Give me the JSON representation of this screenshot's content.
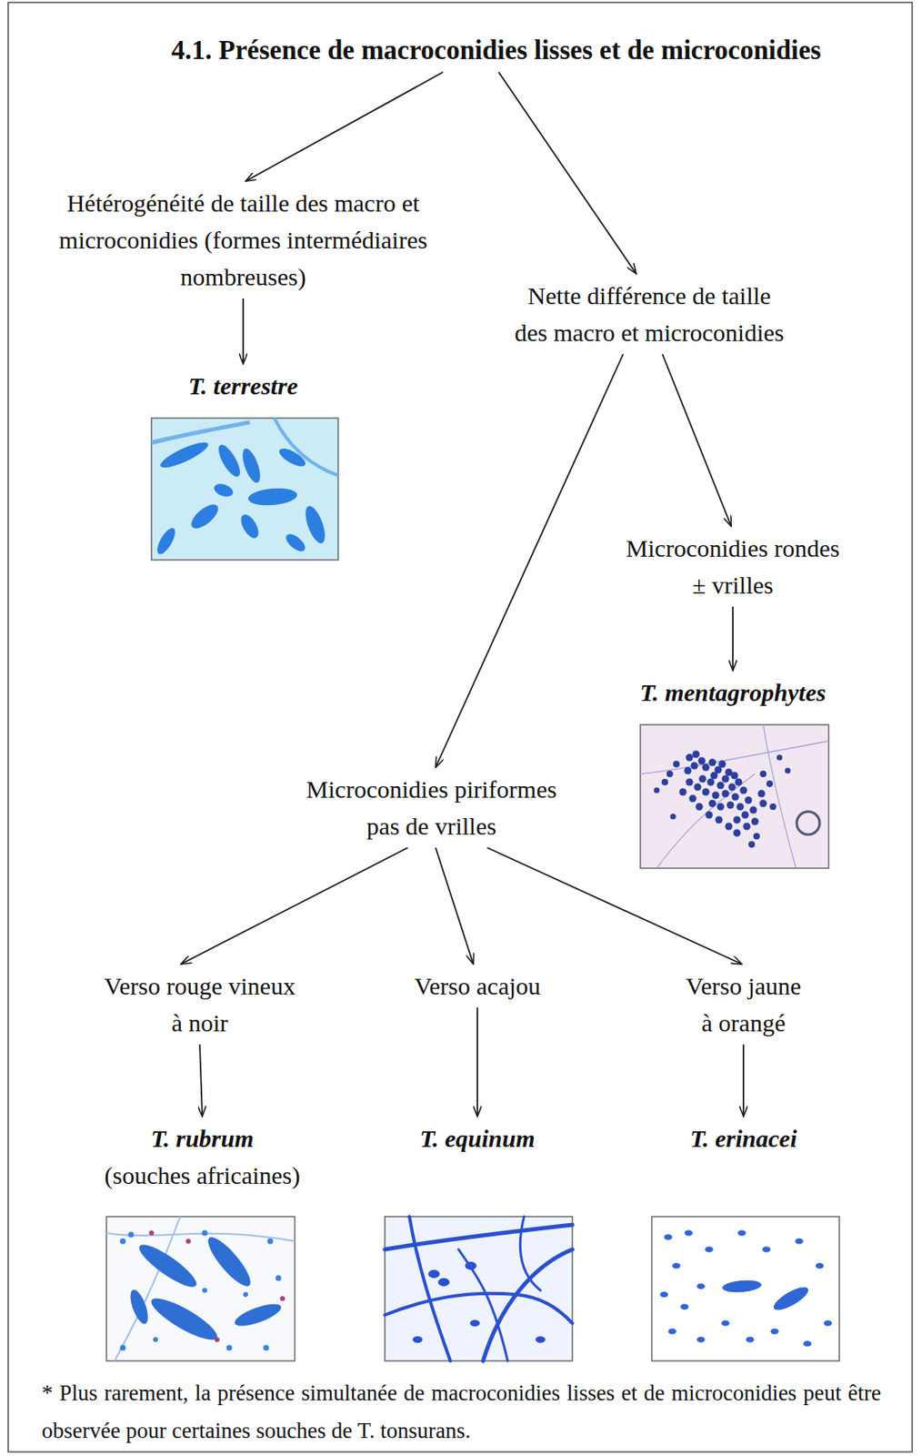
{
  "diagram": {
    "nodes": [
      {
        "text": [
          "4.1. Présence de macroconidies lisses et de microconidies"
        ]
      },
      {
        "text": [
          "Hétérogénéité de taille des macro et microconidies (formes intermédiaires nombreuses)"
        ]
      },
      {
        "text": [
          "Nette différence de taille des macro et microconidies"
        ]
      },
      {
        "text": [
          "T. terrestre"
        ]
      },
      {
        "text": [
          "Microconidies rondes ± vrilles"
        ]
      },
      {
        "text": [
          "T. mentagrophytes"
        ]
      },
      {
        "text": [
          "Microconidies piriformes pas de vrilles"
        ]
      },
      {
        "text": [
          "Verso rouge vineux à noir"
        ]
      },
      {
        "text": [
          "Verso acajou"
        ]
      },
      {
        "text": [
          "Verso jaune à orangé"
        ]
      },
      {
        "text": [
          "T. rubrum",
          "(souches africaines)"
        ]
      },
      {
        "text": [
          "T. equinum"
        ]
      },
      {
        "text": [
          "T. erinacei"
        ]
      }
    ],
    "edges": [
      {
        "from": 0,
        "to": 1,
        "arrow": "to"
      },
      {
        "from": 0,
        "to": 2,
        "arrow": "to"
      },
      {
        "from": 1,
        "to": 3,
        "arrow": "to"
      },
      {
        "from": 2,
        "to": 4,
        "arrow": "to"
      },
      {
        "from": 2,
        "to": 6,
        "arrow": "to"
      },
      {
        "from": 4,
        "to": 5,
        "arrow": "to"
      },
      {
        "from": 6,
        "to": 7,
        "arrow": "to"
      },
      {
        "from": 6,
        "to": 8,
        "arrow": "to"
      },
      {
        "from": 6,
        "to": 9,
        "arrow": "to"
      },
      {
        "from": 7,
        "to": 10,
        "arrow": "to"
      },
      {
        "from": 8,
        "to": 11,
        "arrow": "to"
      },
      {
        "from": 9,
        "to": 12,
        "arrow": "to"
      }
    ],
    "caption": "* Plus rarement, la présence simultanée de macroconidies lisses et de microconidies peut être observée pour certaines souches de T. tonsurans."
  }
}
